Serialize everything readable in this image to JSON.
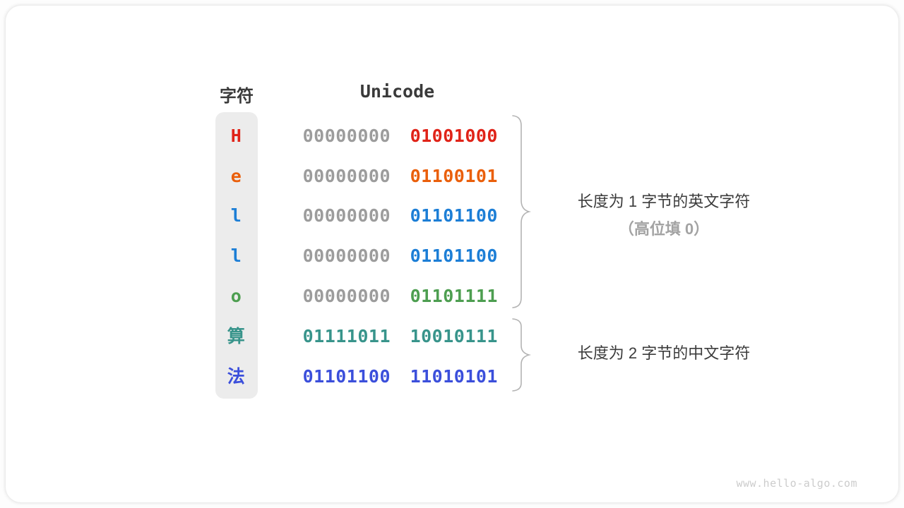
{
  "table": {
    "headers": {
      "char": "字符",
      "unicode": "Unicode"
    },
    "rows": [
      {
        "char": "H",
        "char_color": "#e02318",
        "byte1": "00000000",
        "byte1_color": "#9c9c9c",
        "byte2": "01001000",
        "byte2_color": "#e02318"
      },
      {
        "char": "e",
        "char_color": "#ea5f0b",
        "byte1": "00000000",
        "byte1_color": "#9c9c9c",
        "byte2": "01100101",
        "byte2_color": "#ea5f0b"
      },
      {
        "char": "l",
        "char_color": "#1c7ed6",
        "byte1": "00000000",
        "byte1_color": "#9c9c9c",
        "byte2": "01101100",
        "byte2_color": "#1c7ed6"
      },
      {
        "char": "l",
        "char_color": "#1c7ed6",
        "byte1": "00000000",
        "byte1_color": "#9c9c9c",
        "byte2": "01101100",
        "byte2_color": "#1c7ed6"
      },
      {
        "char": "o",
        "char_color": "#4d9e50",
        "byte1": "00000000",
        "byte1_color": "#9c9c9c",
        "byte2": "01101111",
        "byte2_color": "#4d9e50"
      },
      {
        "char": "算",
        "char_color": "#38948b",
        "byte1": "01111011",
        "byte1_color": "#38948b",
        "byte2": "10010111",
        "byte2_color": "#38948b"
      },
      {
        "char": "法",
        "char_color": "#3b4fdb",
        "byte1": "01101100",
        "byte1_color": "#3b4fdb",
        "byte2": "11010101",
        "byte2_color": "#3b4fdb"
      }
    ]
  },
  "annotations": {
    "english": {
      "line1": "长度为 1 字节的英文字符",
      "line2": "（高位填 0）"
    },
    "chinese": {
      "line1": "长度为 2 字节的中文字符"
    }
  },
  "watermark": "www.hello-algo.com",
  "colors": {
    "header_text": "#3a3a3a",
    "zero_padding_gray": "#9c9c9c",
    "char_column_bg": "#ececec",
    "brace_stroke": "#b3b3b3",
    "annotation_text": "#3c3c3c",
    "annotation_muted": "#a3a3a3",
    "watermark_text": "#cccccc"
  }
}
